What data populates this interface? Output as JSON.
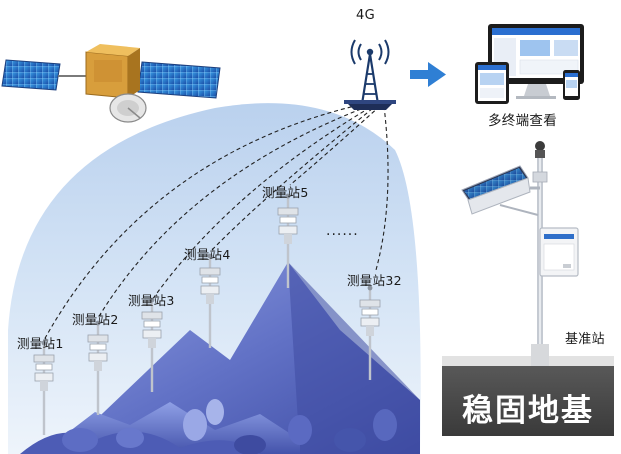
{
  "network": {
    "label": "4G",
    "link_gap": "......"
  },
  "clients": {
    "label": "多终端查看"
  },
  "stations": [
    {
      "label": "测量站1"
    },
    {
      "label": "测量站2"
    },
    {
      "label": "测量站3"
    },
    {
      "label": "测量站4"
    },
    {
      "label": "测量站5"
    },
    {
      "label": "测量站32"
    }
  ],
  "base_station": {
    "label": "基准站",
    "foundation": "稳固地基"
  },
  "colors": {
    "sky_top": "#bcd3ee",
    "sky_bottom": "#eaf2fb",
    "mountain_dark": "#3f4fa8",
    "mountain_light": "#7f8fd8",
    "arrow": "#2f7fd4",
    "foundation": "#4a4a4a"
  },
  "icons": [
    "satellite-icon",
    "cell-tower-icon",
    "arrow-right-icon",
    "devices-icon",
    "solar-panel-icon"
  ]
}
